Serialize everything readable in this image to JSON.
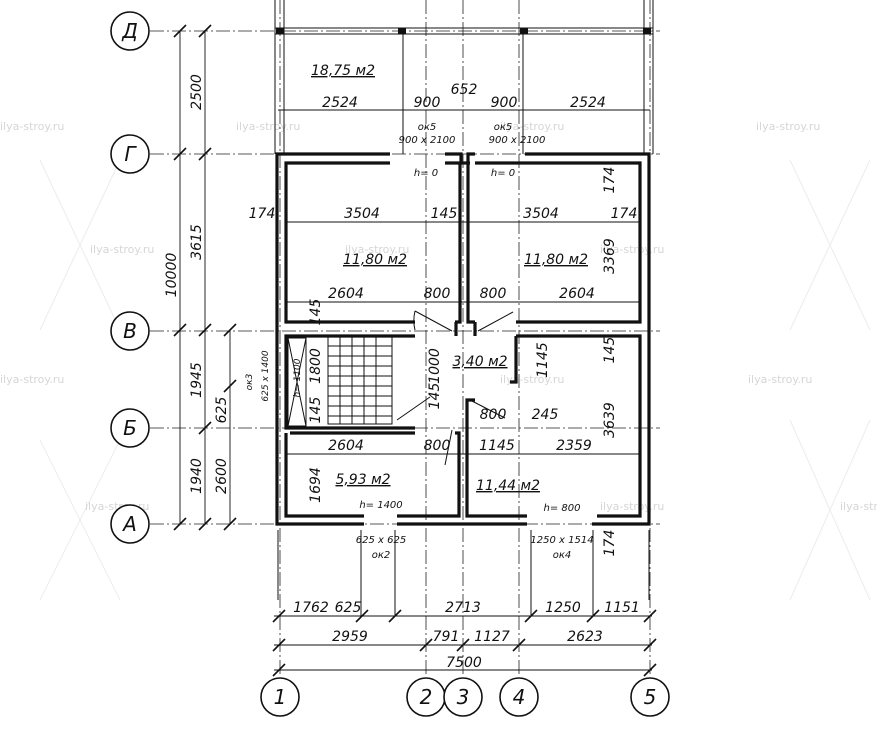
{
  "axes": {
    "letters": [
      "Д",
      "Г",
      "В",
      "Б",
      "А"
    ],
    "numbers": [
      "1",
      "2",
      "3",
      "4",
      "5"
    ]
  },
  "watermark": "ilya-stroy.ru",
  "dimensions": {
    "left_outer": "10000",
    "left_2500": "2500",
    "left_3615": "3615",
    "left_1945": "1945",
    "left_625": "625",
    "left_1940": "1940",
    "left_2600": "2600",
    "top_2524_l": "2524",
    "top_900_l": "900",
    "top_652": "652",
    "top_900_r": "900",
    "top_2524_r": "2524",
    "room_174_l": "174",
    "room_3504_l": "3504",
    "room_145_mid": "145",
    "room_3504_r": "3504",
    "room_174_r": "174",
    "room_174_top_r": "174",
    "room_3369": "3369",
    "room_2604_l": "2604",
    "room_800_l": "800",
    "room_800_r": "800",
    "room_2604_r": "2604",
    "stair_145": "145",
    "stair_1800": "1800",
    "stair_145_b": "145",
    "hall_1000": "1000",
    "hall_145": "145",
    "right_1145_v": "1145",
    "right_145_v": "145",
    "right_3639": "3639",
    "hall_800_b": "800",
    "hall_245": "245",
    "low_2604": "2604",
    "low_800": "800",
    "low_1145": "1145",
    "low_2359": "2359",
    "low_1694": "1694",
    "bot_174": "174",
    "b1_1762": "1762",
    "b1_625": "625",
    "b1_2713": "2713",
    "b1_1250": "1250",
    "b1_1151": "1151",
    "b2_2959": "2959",
    "b2_791": "791",
    "b2_1127": "1127",
    "b2_2623": "2623",
    "total_7500": "7500"
  },
  "rooms": {
    "balcony": "18,75 м2",
    "bed_left": "11,80 м2",
    "bed_right": "11,80 м2",
    "hall": "3,40 м2",
    "bath": "5,93 м2",
    "bed_low_right": "11,44 м2"
  },
  "openings": {
    "ok5_l": "ок5",
    "ok5_l_size": "900 х 2100",
    "ok5_r": "ок5",
    "ok5_r_size": "900 х 2100",
    "h0_l": "h= 0",
    "h0_r": "h= 0",
    "ok3": "ок3",
    "ok3_size": "625 х 1400",
    "ok3_h": "h= 1100",
    "ok2_size": "625 х 625",
    "ok2": "ок2",
    "ok2_h": "h= 1400",
    "ok4_size": "1250 х 1514",
    "ok4": "ок4",
    "ok4_h": "h= 800"
  }
}
